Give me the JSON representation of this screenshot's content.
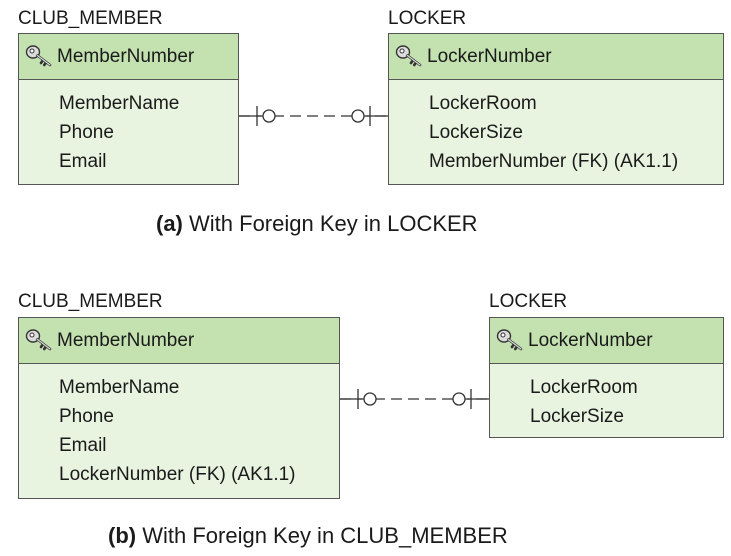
{
  "diagram_a": {
    "caption_prefix": "(a)",
    "caption_text": "With Foreign Key in LOCKER",
    "left_entity": {
      "name": "CLUB_MEMBER",
      "key": "MemberNumber",
      "attributes": [
        "MemberName",
        "Phone",
        "Email"
      ]
    },
    "right_entity": {
      "name": "LOCKER",
      "key": "LockerNumber",
      "attributes": [
        "LockerRoom",
        "LockerSize",
        "MemberNumber (FK) (AK1.1)"
      ]
    }
  },
  "diagram_b": {
    "caption_prefix": "(b)",
    "caption_text": "With Foreign Key in CLUB_MEMBER",
    "left_entity": {
      "name": "CLUB_MEMBER",
      "key": "MemberNumber",
      "attributes": [
        "MemberName",
        "Phone",
        "Email",
        "LockerNumber (FK) (AK1.1)"
      ]
    },
    "right_entity": {
      "name": "LOCKER",
      "key": "LockerNumber",
      "attributes": [
        "LockerRoom",
        "LockerSize"
      ]
    }
  },
  "colors": {
    "key_fill": "#c4e2b0",
    "body_fill": "#e8f3e0",
    "border": "#555555"
  },
  "icons": {
    "key": "key-icon",
    "relationship": "one-optional-to-one-optional-crowsfoot"
  }
}
